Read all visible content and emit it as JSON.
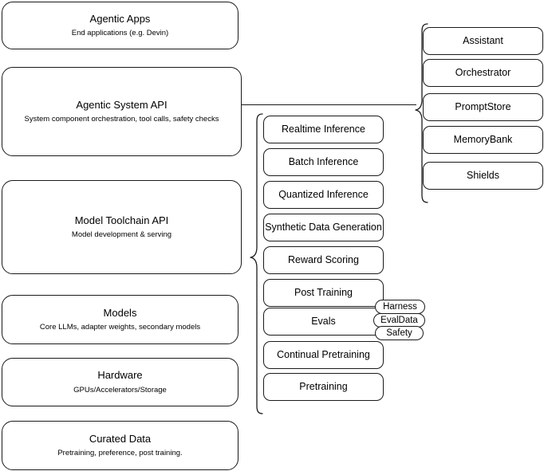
{
  "diagram": {
    "title": "LLM Stack Architecture Diagram",
    "stroke_color": "#1a1a1a",
    "background_color": "#ffffff"
  },
  "layers": [
    {
      "name": "agentic-apps",
      "title": "Agentic Apps",
      "subtitle": "End applications (e.g. Devin)"
    },
    {
      "name": "agentic-system-api",
      "title": "Agentic System API",
      "subtitle": "System component orchestration, tool calls, safety checks"
    },
    {
      "name": "model-toolchain-api",
      "title": "Model Toolchain API",
      "subtitle": "Model development & serving"
    },
    {
      "name": "models",
      "title": "Models",
      "subtitle": "Core LLMs, adapter weights, secondary models"
    },
    {
      "name": "hardware",
      "title": "Hardware",
      "subtitle": "GPUs/Accelerators/Storage"
    },
    {
      "name": "curated-data",
      "title": "Curated Data",
      "subtitle": "Pretraining, preference, post training."
    }
  ],
  "toolchain_capabilities": [
    {
      "name": "realtime-inference",
      "label": "Realtime Inference"
    },
    {
      "name": "batch-inference",
      "label": "Batch Inference"
    },
    {
      "name": "quantized-inference",
      "label": "Quantized Inference"
    },
    {
      "name": "synthetic-data-generation",
      "label": "Synthetic Data Generation"
    },
    {
      "name": "reward-scoring",
      "label": "Reward Scoring"
    },
    {
      "name": "post-training",
      "label": "Post Training"
    },
    {
      "name": "evals",
      "label": "Evals"
    },
    {
      "name": "continual-pretraining",
      "label": "Continual Pretraining"
    },
    {
      "name": "pretraining",
      "label": "Pretraining"
    }
  ],
  "evals_subcomponents": [
    {
      "name": "harness",
      "label": "Harness"
    },
    {
      "name": "evaldata",
      "label": "EvalData"
    },
    {
      "name": "safety",
      "label": "Safety"
    }
  ],
  "system_components": [
    {
      "name": "assistant",
      "label": "Assistant"
    },
    {
      "name": "orchestrator",
      "label": "Orchestrator"
    },
    {
      "name": "promptstore",
      "label": "PromptStore"
    },
    {
      "name": "memorybank",
      "label": "MemoryBank"
    },
    {
      "name": "shields",
      "label": "Shields"
    }
  ]
}
